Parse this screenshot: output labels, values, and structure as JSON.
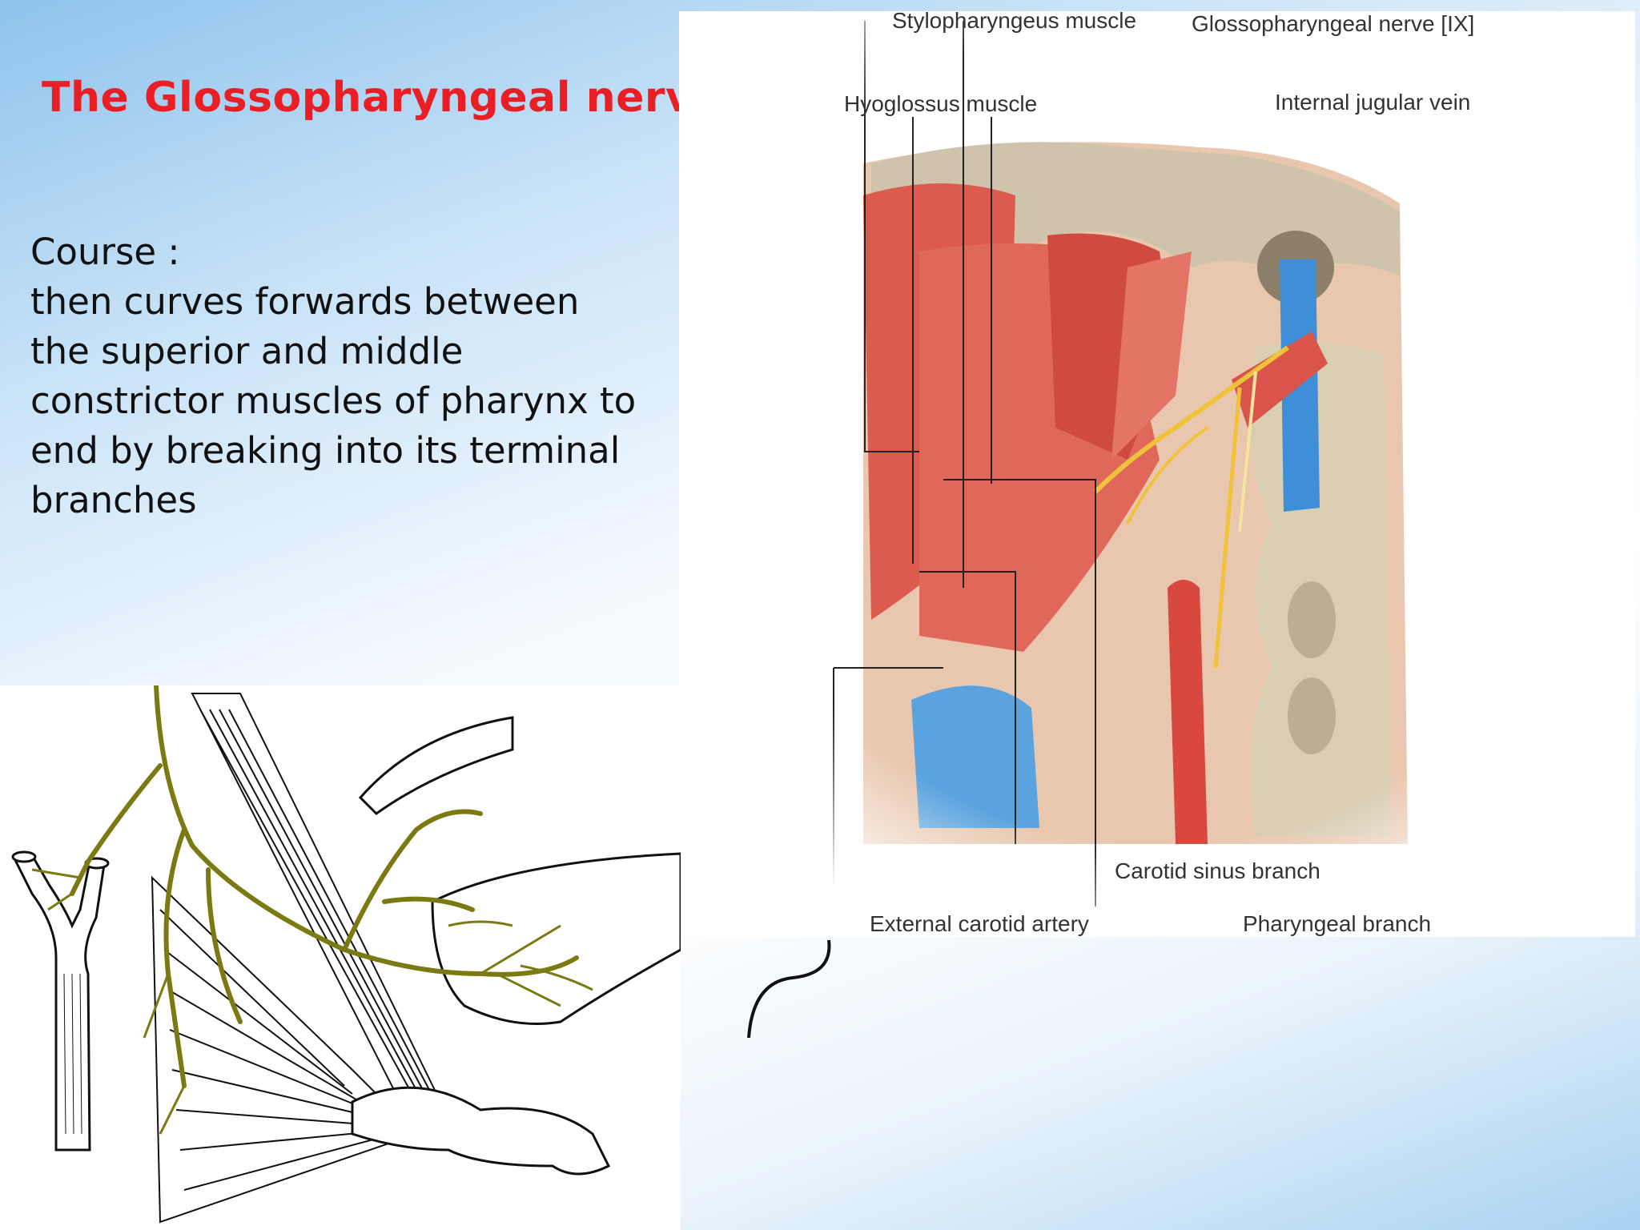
{
  "slide": {
    "title": "The Glossopharyngeal nerve",
    "body_lines": [
      "Course :",
      "then curves forwards between",
      "the superior and middle",
      "constrictor muscles of pharynx to",
      "end by breaking into its terminal",
      "branches"
    ]
  },
  "anatomy_figure": {
    "labels": {
      "stylopharyngeus": "Stylopharyngeus muscle",
      "glossopharyngeal": "Glossopharyngeal nerve [IX]",
      "hyoglossus": "Hyoglossus muscle",
      "internal_jugular": "Internal jugular vein",
      "carotid_sinus": "Carotid sinus branch",
      "external_carotid": "External carotid artery",
      "pharyngeal_branch": "Pharyngeal branch"
    }
  },
  "colors": {
    "title_red": "#ea1f25",
    "muscle": "#d9544a",
    "nerve": "#f0c23a",
    "vein": "#3f8fd8",
    "bone": "#b9ae97",
    "sketch_nerve": "#7b7a12"
  }
}
